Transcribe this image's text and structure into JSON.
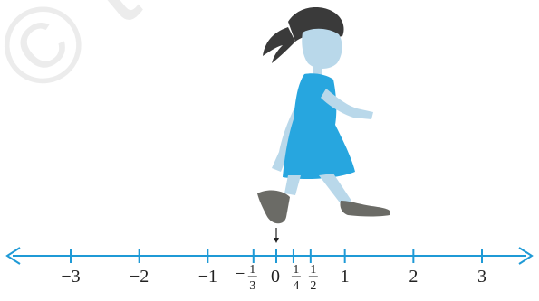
{
  "watermark": "© to be",
  "number_line": {
    "integers": [
      {
        "value": -3,
        "label": "−3"
      },
      {
        "value": -2,
        "label": "−2"
      },
      {
        "value": -1,
        "label": "−1"
      },
      {
        "value": 0,
        "label": "0"
      },
      {
        "value": 1,
        "label": "1"
      },
      {
        "value": 2,
        "label": "2"
      },
      {
        "value": 3,
        "label": "3"
      }
    ],
    "fractions": [
      {
        "value": -0.3333,
        "sign": "−",
        "numerator": "1",
        "denominator": "3"
      },
      {
        "value": 0.25,
        "sign": "",
        "numerator": "1",
        "denominator": "4"
      },
      {
        "value": 0.5,
        "sign": "",
        "numerator": "1",
        "denominator": "2"
      }
    ],
    "marker_value": 0
  },
  "colors": {
    "line": "#1f9ad6",
    "text": "#222222",
    "dress": "#27a6df",
    "skin": "#b9d8ea",
    "hair": "#3a3a3a",
    "shoes": "#6b6b66",
    "watermark": "#ececec"
  }
}
